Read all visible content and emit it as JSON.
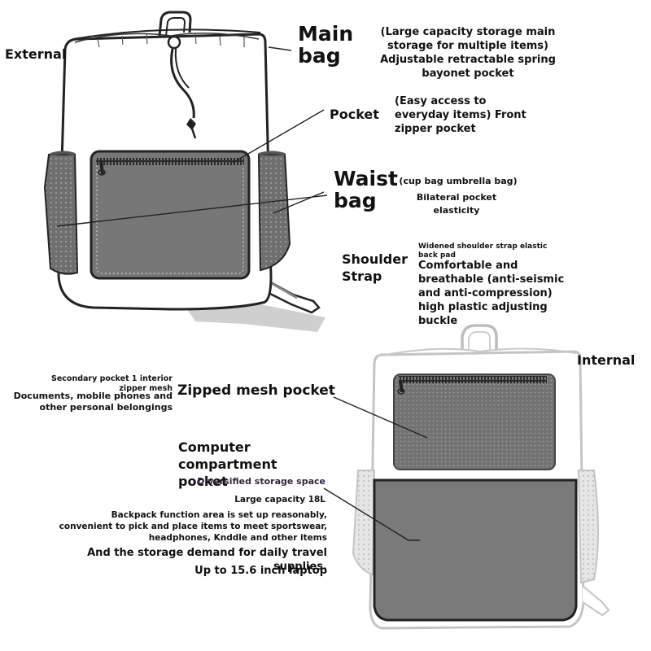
{
  "top_section": {
    "tag": "External",
    "main_bag": {
      "title": "Main bag",
      "desc": "(Large capacity storage main storage for multiple items) Adjustable retractable spring bayonet pocket"
    },
    "pocket": {
      "title": "Pocket",
      "desc": "(Easy access to everyday items) Front zipper pocket"
    },
    "waist_bag": {
      "title": "Waist bag",
      "note": "(cup bag umbrella bag)",
      "desc": "Bilateral pocket elasticity"
    },
    "shoulder_strap": {
      "title": "Shoulder Strap",
      "note": "Widened shoulder strap elastic back pad",
      "desc": "Comfortable and breathable (anti-seismic and anti-compression) high plastic adjusting buckle"
    }
  },
  "bottom_section": {
    "tag": "Internal",
    "secondary_pocket": {
      "note": "Secondary pocket 1 interior zipper mesh",
      "desc": "Documents, mobile phones and other personal belongings"
    },
    "zipped_mesh": {
      "title": "Zipped mesh pocket"
    },
    "computer_compartment": {
      "title": "Computer compartment pocket",
      "line1": "Diversified storage space",
      "line2": "Large capacity 18L",
      "line3": "Backpack function area is set up reasonably, convenient to pick and place items to meet sportswear, headphones, Knddle and other items",
      "line4": "And the storage demand for daily travel supplies.",
      "line5": "Up to 15.6 inch laptop"
    }
  }
}
